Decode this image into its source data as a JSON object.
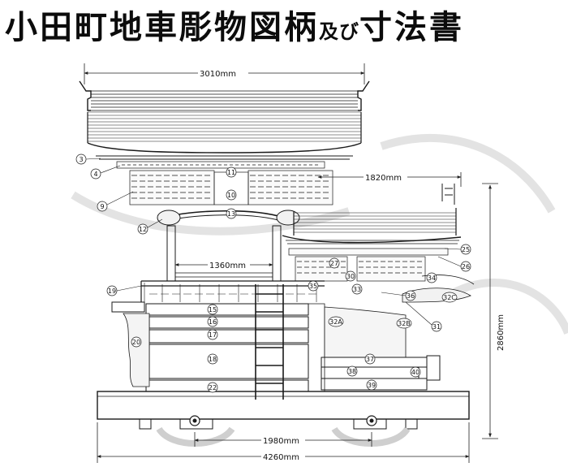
{
  "title": {
    "main": "小田町地車彫物図柄",
    "joiner": "及び",
    "tail": "寸法書"
  },
  "dimensions": {
    "overall_roof_width": "3010mm",
    "rear_roof_width": "1820mm",
    "inner_width": "1360mm",
    "overall_height": "2860mm",
    "axle_width": "1980mm",
    "overall_length": "4260mm"
  },
  "labels": [
    "3",
    "4",
    "9",
    "10",
    "11",
    "12",
    "13",
    "15",
    "16",
    "17",
    "18",
    "19",
    "20",
    "22",
    "25",
    "26",
    "27",
    "30",
    "32A",
    "32B",
    "32C",
    "33",
    "34",
    "35",
    "36",
    "37",
    "38",
    "39",
    "40",
    "31"
  ],
  "colors": {
    "ink": "#1a1a1a",
    "paper": "#ffffff",
    "shade": "#d9d9d9"
  }
}
